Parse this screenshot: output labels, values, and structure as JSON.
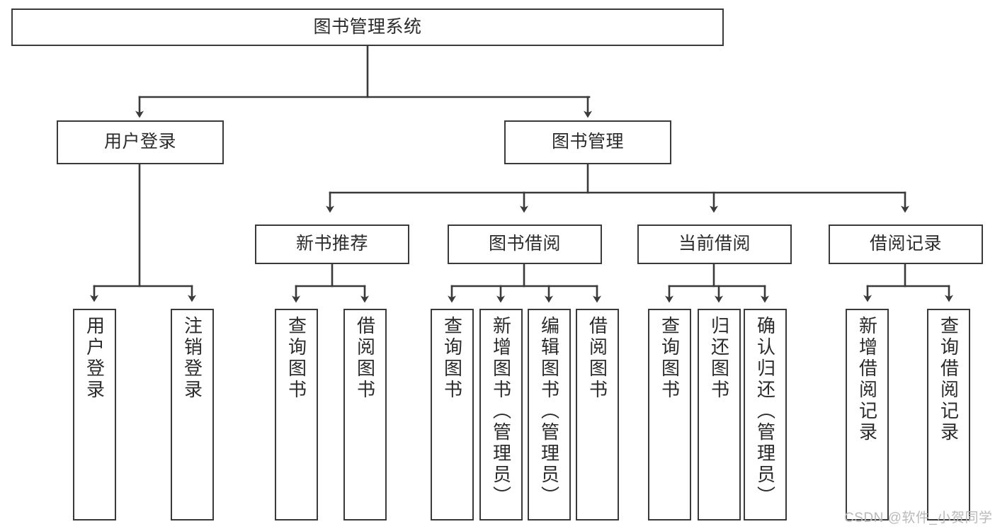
{
  "diagram": {
    "type": "tree-hierarchy-chart",
    "title": "图书管理系统",
    "watermark": "CSDN @软件_小贺同学",
    "stroke_color": "#3a3a3a",
    "fill_color": "#ffffff",
    "background": "#ffffff",
    "levels": {
      "root": {
        "label": "图书管理系统"
      },
      "level1": [
        {
          "id": "user-login",
          "label": "用户登录"
        },
        {
          "id": "book-management",
          "label": "图书管理"
        }
      ],
      "level2": [
        {
          "id": "new-book-recommend",
          "label": "新书推荐",
          "parent": "book-management"
        },
        {
          "id": "book-borrow",
          "label": "图书借阅",
          "parent": "book-management"
        },
        {
          "id": "current-borrow",
          "label": "当前借阅",
          "parent": "book-management"
        },
        {
          "id": "borrow-record",
          "label": "借阅记录",
          "parent": "book-management"
        }
      ],
      "leaves": {
        "user-login": [
          {
            "id": "leaf-user-login",
            "label": "用户登录"
          },
          {
            "id": "leaf-user-logout",
            "label": "注销登录"
          }
        ],
        "new-book-recommend": [
          {
            "id": "leaf-query-book-1",
            "label": "查询图书"
          },
          {
            "id": "leaf-borrow-book-1",
            "label": "借阅图书"
          }
        ],
        "book-borrow": [
          {
            "id": "leaf-query-book-2",
            "label": "查询图书"
          },
          {
            "id": "leaf-add-book",
            "label": "新增图书（管理员）"
          },
          {
            "id": "leaf-edit-book",
            "label": "编辑图书（管理员）"
          },
          {
            "id": "leaf-borrow-book-2",
            "label": "借阅图书"
          }
        ],
        "current-borrow": [
          {
            "id": "leaf-query-book-3",
            "label": "查询图书"
          },
          {
            "id": "leaf-return-book",
            "label": "归还图书"
          },
          {
            "id": "leaf-confirm-return",
            "label": "确认归还（管理员）"
          }
        ],
        "borrow-record": [
          {
            "id": "leaf-add-record",
            "label": "新增借阅记录"
          },
          {
            "id": "leaf-query-record",
            "label": "查询借阅记录"
          }
        ]
      }
    }
  }
}
